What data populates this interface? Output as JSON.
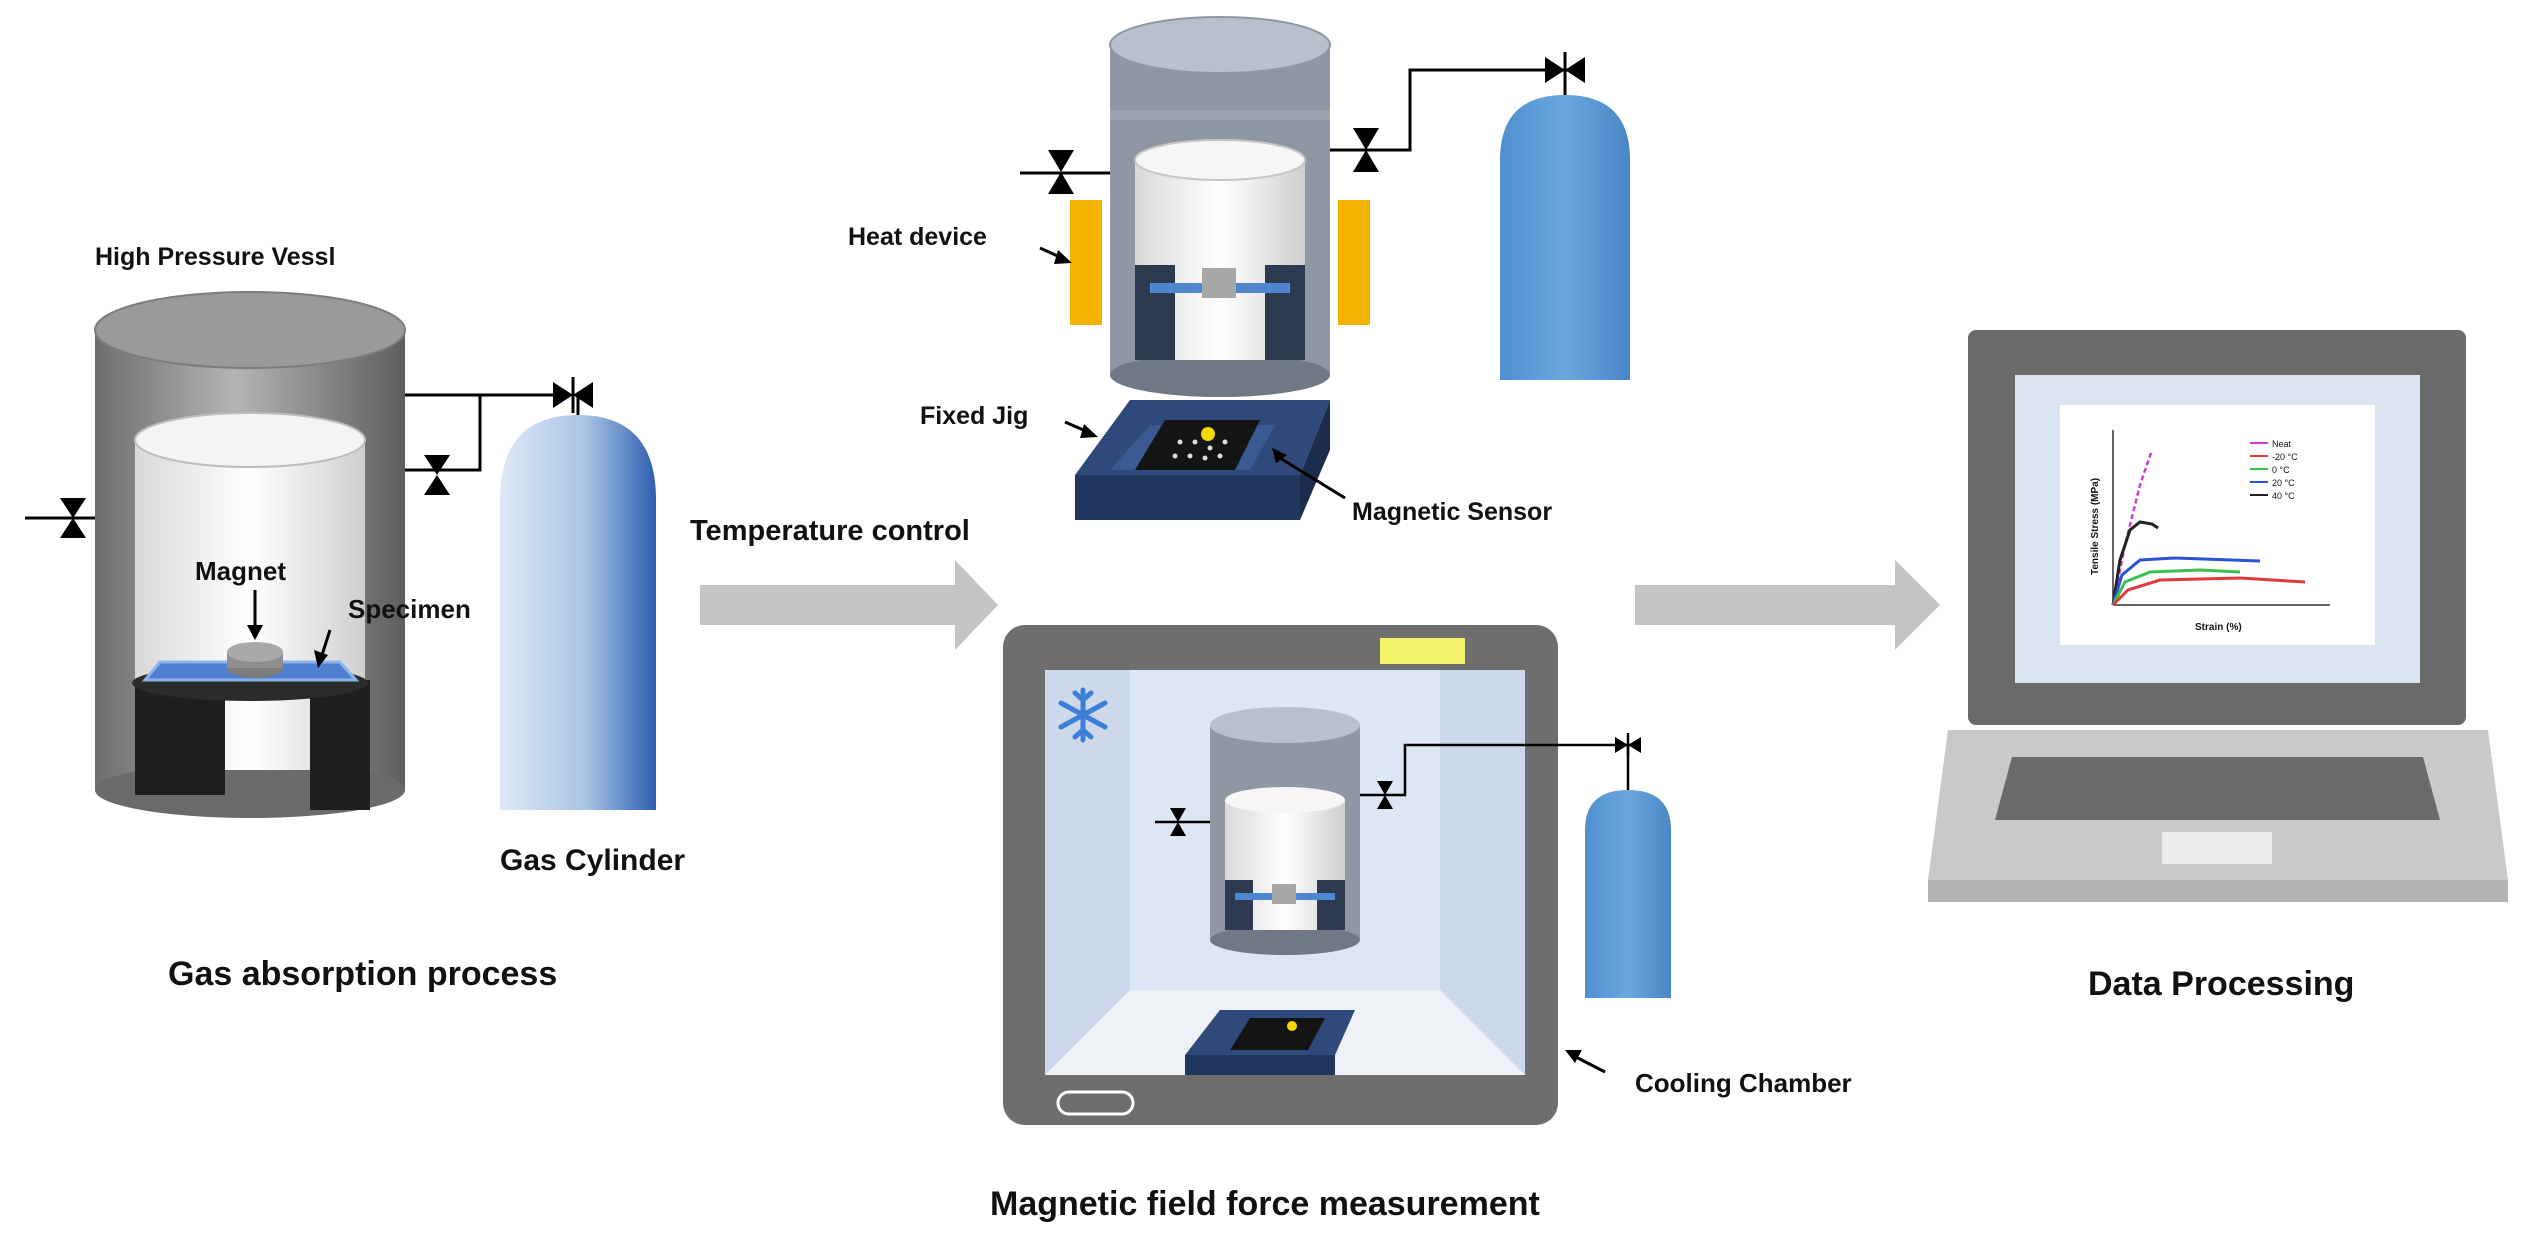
{
  "labels": {
    "high_pressure_vessel": "High Pressure Vessl",
    "magnet": "Magnet",
    "specimen": "Specimen",
    "gas_cylinder": "Gas Cylinder",
    "gas_absorption_process": "Gas absorption process",
    "heat_device": "Heat device",
    "fixed_jig": "Fixed Jig",
    "magnetic_sensor": "Magnetic Sensor",
    "temperature_control": "Temperature control",
    "cooling_chamber": "Cooling Chamber",
    "magnetic_field_force_measurement": "Magnetic field force measurement",
    "data_processing": "Data Processing"
  },
  "plot": {
    "xlabel": "Strain (%)",
    "ylabel": "Tensile Stress (MPa)",
    "legend": [
      "Neat",
      "-20 °C",
      "0 °C",
      "20 °C",
      "40 °C"
    ]
  },
  "colors": {
    "vessel_gray": "#8e8e8e",
    "heater": "#f5b300",
    "cylinder_blue": "#5b9bd5",
    "jig_navy": "#2f4a7a",
    "arrow_gray": "#c4c4c4",
    "chamber_frame": "#6e6e6e",
    "screen_bg": "#dde6f3"
  },
  "icons": [
    "snowflake-icon",
    "valve-icon",
    "arrow-icon"
  ]
}
